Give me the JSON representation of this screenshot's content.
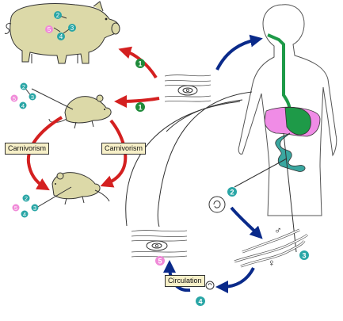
{
  "labels": {
    "carnivorism_left": "Carnivorism",
    "carnivorism_right": "Carnivorism",
    "circulation": "Circulation"
  },
  "stages": {
    "s1": "1",
    "s2": "2",
    "s3": "3",
    "s4": "4",
    "s5": "5"
  },
  "symbols": {
    "male": "♂",
    "female": "♀"
  },
  "colors": {
    "red_arrow": "#d42020",
    "blue_arrow": "#0a2a8a",
    "stage1_badge": "#1f8a3a",
    "stage_teal_badge": "#2aa6a6",
    "stage5_badge": "#f08ad8",
    "digestive_tract": "#1e9a48",
    "intestine": "#3aa7a0",
    "liver_pink": "#f08ce6",
    "animal_fill": "#dcd9a8"
  }
}
